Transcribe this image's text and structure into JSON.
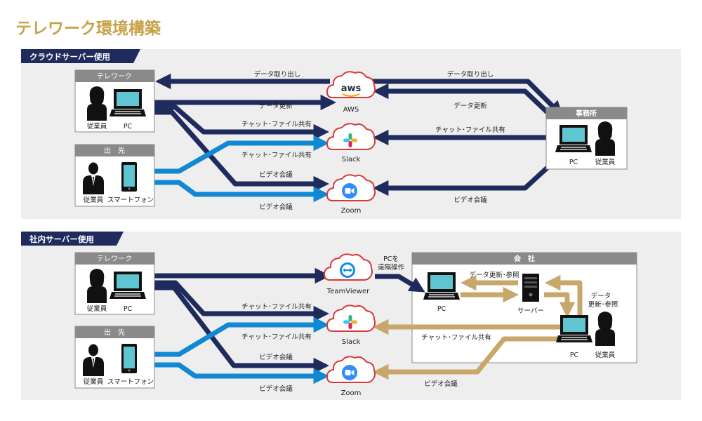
{
  "title": "テレワーク環境構築",
  "sections": {
    "cloud": {
      "header": "クラウドサーバー使用",
      "telework": {
        "title": "テレワーク",
        "employee": "従業員",
        "pc": "PC"
      },
      "outing": {
        "title": "出　先",
        "employee": "従業員",
        "phone": "スマートフォン"
      },
      "office": {
        "title": "事務所",
        "pc": "PC",
        "employee": "従業員"
      },
      "services": {
        "aws": "AWS",
        "aws_logo": "aws",
        "slack": "Slack",
        "zoom": "Zoom"
      },
      "labels": {
        "left_data_out": "データ取り出し",
        "left_data_update": "データ更新",
        "left_chat_pc": "チャット･ファイル共有",
        "left_chat_phone": "チャット･ファイル共有",
        "left_video_pc": "ビデオ会議",
        "left_video_phone": "ビデオ会議",
        "right_data_out": "データ取り出し",
        "right_data_update": "データ更新",
        "right_chat": "チャット･ファイル共有",
        "right_video": "ビデオ会議"
      }
    },
    "inhouse": {
      "header": "社内サーバー使用",
      "telework": {
        "title": "テレワーク",
        "employee": "従業員",
        "pc": "PC"
      },
      "outing": {
        "title": "出　先",
        "employee": "従業員",
        "phone": "スマートフォン"
      },
      "company": {
        "title": "会　社",
        "pc_left": "PC",
        "server": "サーバー",
        "pc_right": "PC",
        "employee": "従業員"
      },
      "services": {
        "teamviewer": "TeamViewer",
        "slack": "Slack",
        "zoom": "Zoom"
      },
      "labels": {
        "remote_line1": "PCを",
        "remote_line2": "遠隔操作",
        "left_chat_pc": "チャット･ファイル共有",
        "left_chat_phone": "チャット･ファイル共有",
        "left_video_pc": "ビデオ会議",
        "left_video_phone": "ビデオ会議",
        "server_update": "データ更新･参照",
        "side_line1": "データ",
        "side_line2": "更新･参照",
        "right_chat": "チャット･ファイル共有",
        "right_video": "ビデオ会議"
      }
    }
  },
  "colors": {
    "navy": "#1f2b5c",
    "blue": "#1188d4",
    "gold": "#c8a86a",
    "title": "#c8a24a",
    "panel": "#eeeeee",
    "box_header": "#8a8a8a"
  }
}
